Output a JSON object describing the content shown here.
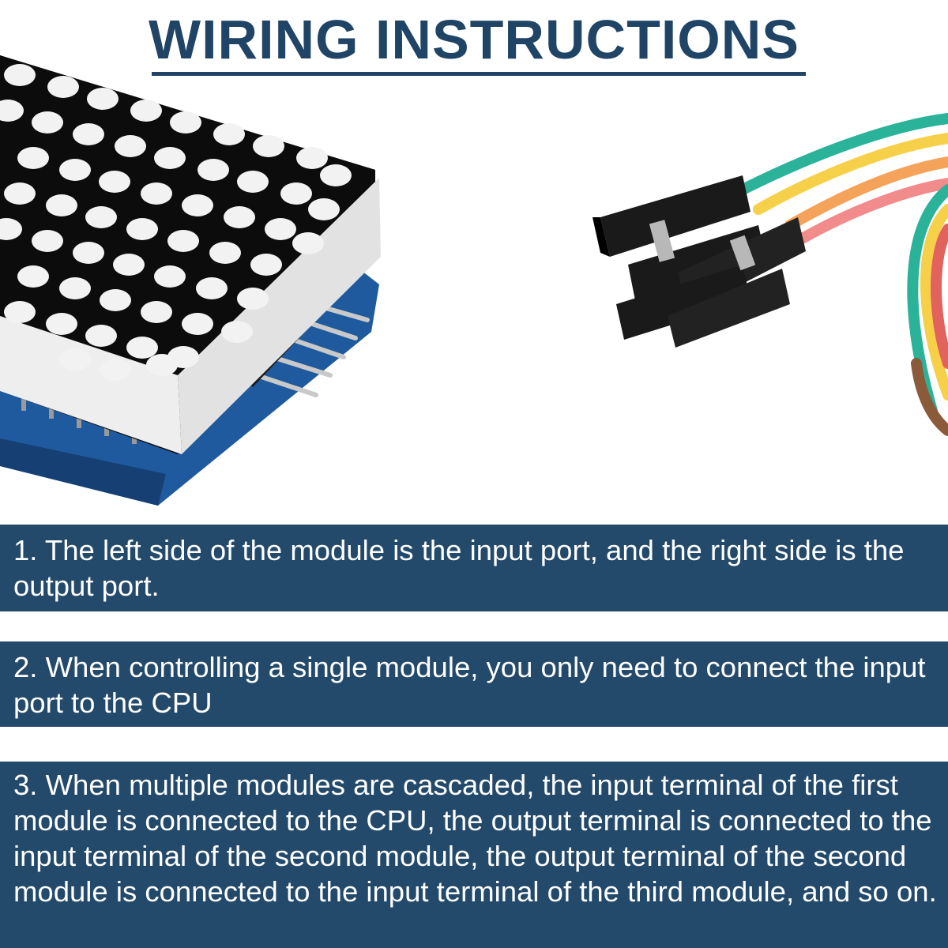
{
  "header": {
    "title": "WIRING INSTRUCTIONS"
  },
  "illustration": {
    "left_object": "led-dot-matrix-module",
    "right_object": "dupont-jumper-wires",
    "colors": {
      "led": "#f2f2f2",
      "matrix_body": "#0c0c0c",
      "pcb": "#1f5a9e",
      "pins": "#c9c9c9",
      "connector": "#1a1a1a",
      "wires": [
        "#2bb39a",
        "#f7d04a",
        "#f5a35a",
        "#f28b8b",
        "#e2625e",
        "#8a5a3a"
      ]
    }
  },
  "instructions": {
    "item1": "1. The left side of the module is the input port, and the right side is the output port.",
    "item2": "2. When controlling a single module, you only need to connect the input port to the CPU",
    "item3": "3. When multiple modules are cascaded, the input terminal of the first module is connected to the CPU, the output terminal is connected to the input terminal of the second module, the output terminal of the second module is connected to the input terminal of the third module, and so on."
  },
  "theme": {
    "title_color": "#1f4466",
    "band_color": "#23496b",
    "band_text_color": "#ffffff",
    "background": "#ffffff"
  }
}
